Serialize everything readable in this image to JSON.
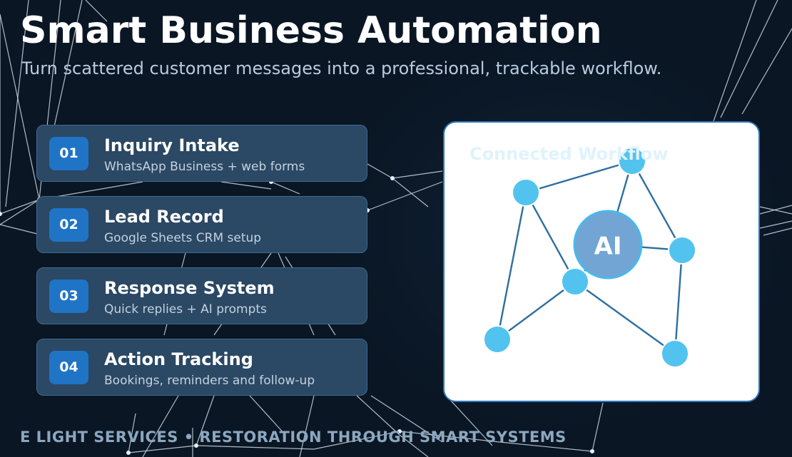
{
  "header": {
    "title": "Smart Business Automation",
    "subtitle": "Turn scattered customer messages into a professional, trackable workflow."
  },
  "steps": [
    {
      "number": "01",
      "title": "Inquiry Intake",
      "description": "WhatsApp Business + web forms"
    },
    {
      "number": "02",
      "title": "Lead Record",
      "description": "Google Sheets CRM setup"
    },
    {
      "number": "03",
      "title": "Response System",
      "description": "Quick replies + AI prompts"
    },
    {
      "number": "04",
      "title": "Action Tracking",
      "description": "Bookings, reminders and follow-up"
    }
  ],
  "workflow_panel": {
    "title": "Connected Workflow",
    "center_label": "AI"
  },
  "footer": {
    "text": "E LIGHT SERVICES • RESTORATION THROUGH SMART SYSTEMS"
  },
  "colors": {
    "background": "#0a1624",
    "card": "#2b4864",
    "badge": "#1f74c6",
    "node": "#52c3ef",
    "hub": "#72a5d3",
    "edge": "#2f6f9f"
  }
}
